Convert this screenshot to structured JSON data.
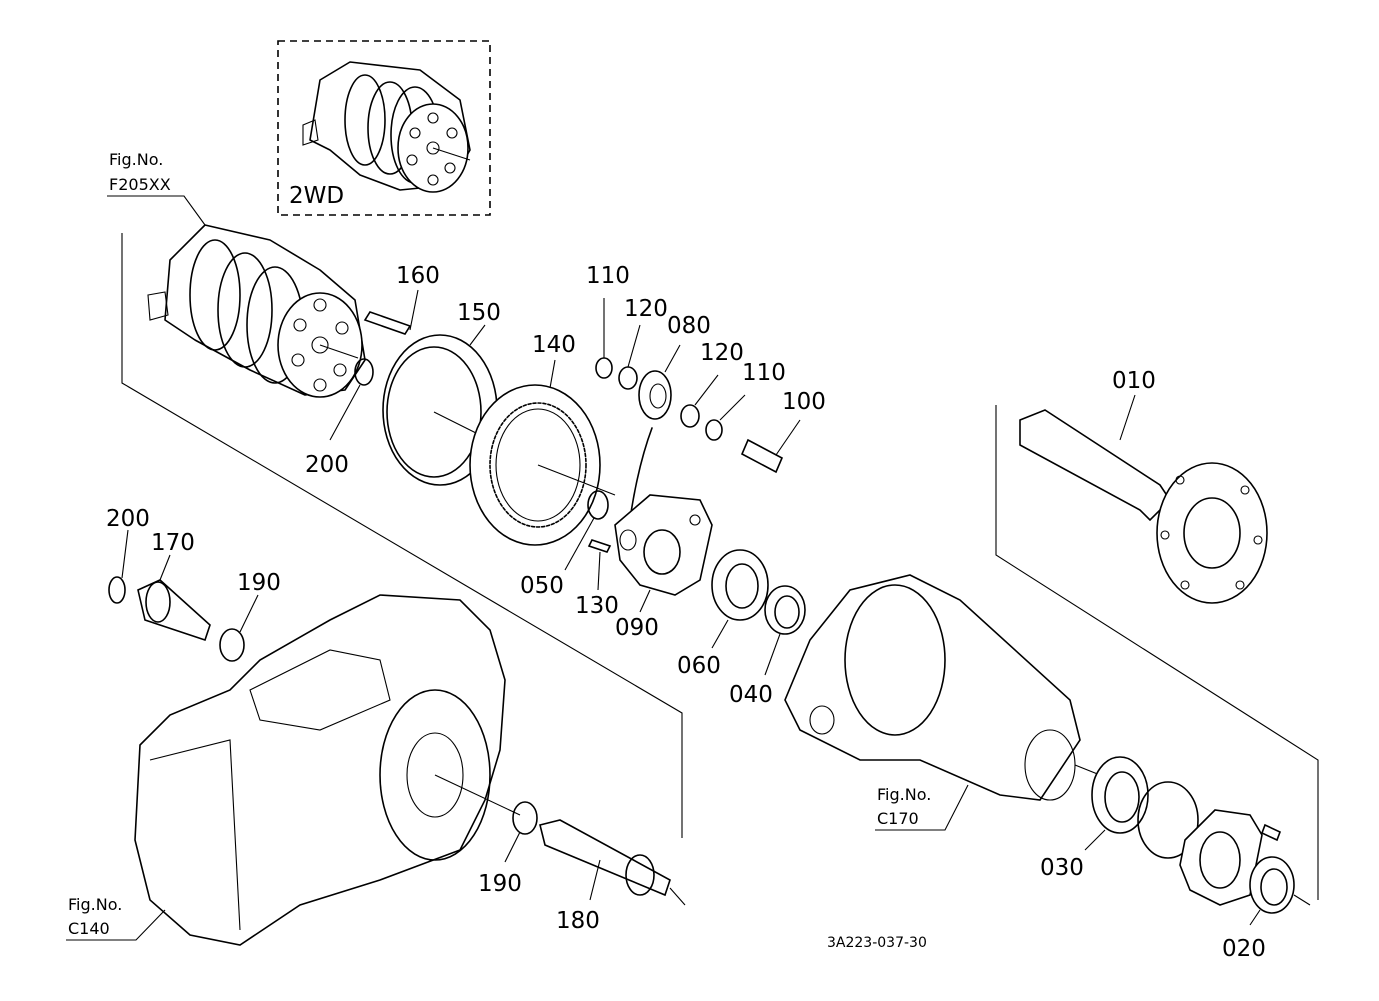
{
  "inset": {
    "label": "2WD"
  },
  "figure_refs": [
    {
      "id": "f205",
      "line1": "Fig.No.",
      "line2": "F205XX"
    },
    {
      "id": "c170",
      "line1": "Fig.No.",
      "line2": "C170"
    },
    {
      "id": "c140",
      "line1": "Fig.No.",
      "line2": "C140"
    }
  ],
  "part_labels": [
    "160",
    "150",
    "140",
    "110",
    "120",
    "080",
    "120",
    "110",
    "100",
    "200",
    "050",
    "130",
    "090",
    "060",
    "040",
    "010",
    "200",
    "170",
    "190",
    "190",
    "180",
    "030",
    "020"
  ],
  "drawing_code": "3A223-037-30"
}
